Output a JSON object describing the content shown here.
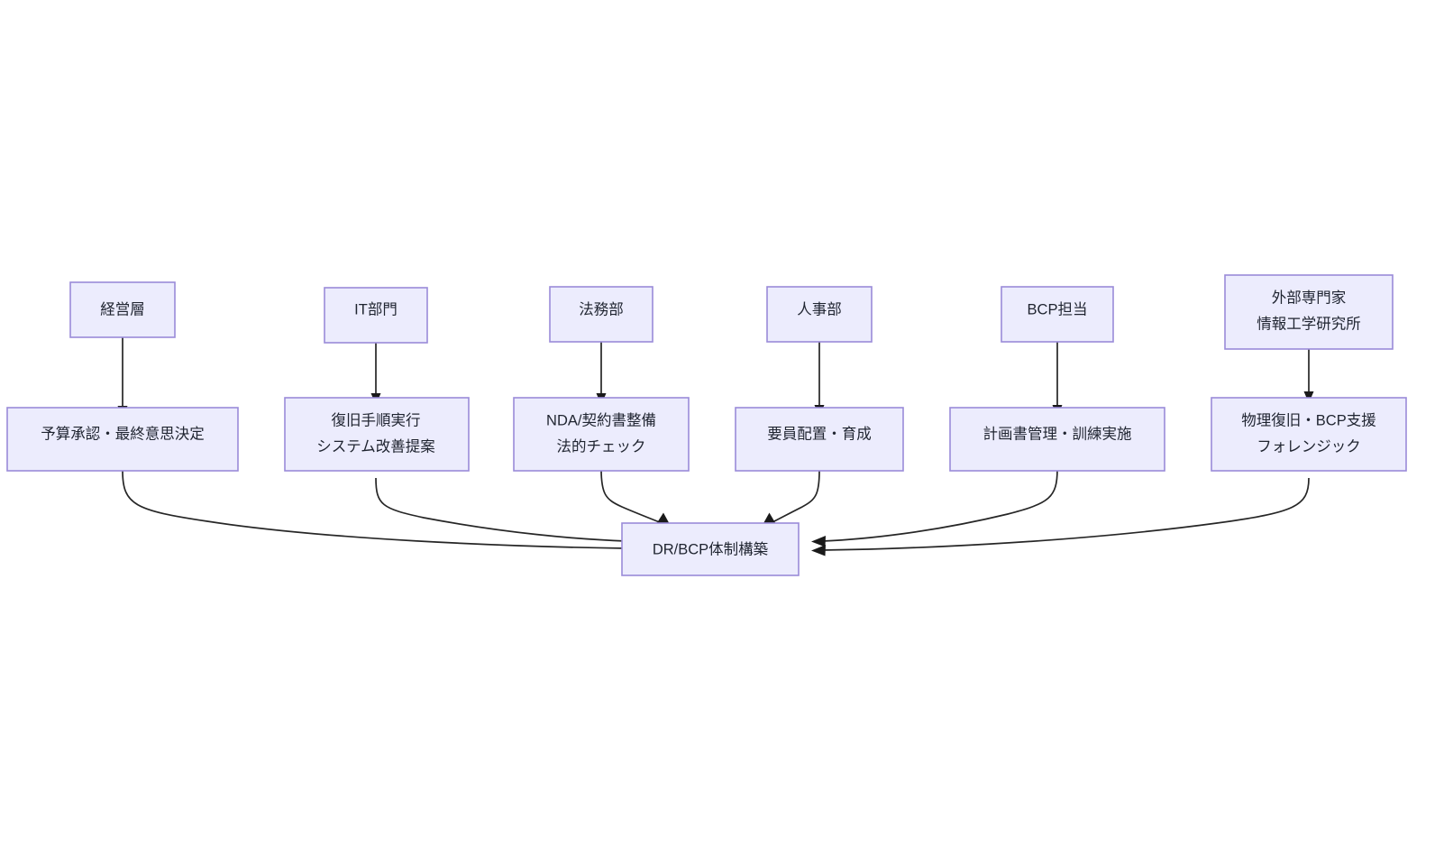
{
  "diagram": {
    "type": "flowchart",
    "direction": "top-to-bottom converging",
    "background_color": "#ffffff",
    "node_fill_color": "#ececfd",
    "node_border_color": "#9a8bd9",
    "edge_color": "#262626",
    "text_color": "#1f2430",
    "nodes": {
      "role_exec": {
        "line1": "経営層",
        "line2": ""
      },
      "task_exec": {
        "line1": "予算承認・最終意思決定",
        "line2": ""
      },
      "role_it": {
        "line1": "IT部門",
        "line2": ""
      },
      "task_it": {
        "line1": "復旧手順実行",
        "line2": "システム改善提案"
      },
      "role_legal": {
        "line1": "法務部",
        "line2": ""
      },
      "task_legal": {
        "line1": "NDA/契約書整備",
        "line2": "法的チェック"
      },
      "role_hr": {
        "line1": "人事部",
        "line2": ""
      },
      "task_hr": {
        "line1": "要員配置・育成",
        "line2": ""
      },
      "role_bcp": {
        "line1": "BCP担当",
        "line2": ""
      },
      "task_bcp": {
        "line1": "計画書管理・訓練実施",
        "line2": ""
      },
      "role_external": {
        "line1": "外部専門家",
        "line2": "情報工学研究所"
      },
      "task_external": {
        "line1": "物理復旧・BCP支援",
        "line2": "フォレンジック"
      },
      "target": {
        "line1": "DR/BCP体制構築",
        "line2": ""
      }
    },
    "columns": [
      {
        "role": "経営層",
        "task": "予算承認・最終意思決定"
      },
      {
        "role": "IT部門",
        "task": "復旧手順実行 / システム改善提案"
      },
      {
        "role": "法務部",
        "task": "NDA/契約書整備 / 法的チェック"
      },
      {
        "role": "人事部",
        "task": "要員配置・育成"
      },
      {
        "role": "BCP担当",
        "task": "計画書管理・訓練実施"
      },
      {
        "role": "外部専門家 / 情報工学研究所",
        "task": "物理復旧・BCP支援 / フォレンジック"
      }
    ],
    "converge_target": "DR/BCP体制構築"
  }
}
